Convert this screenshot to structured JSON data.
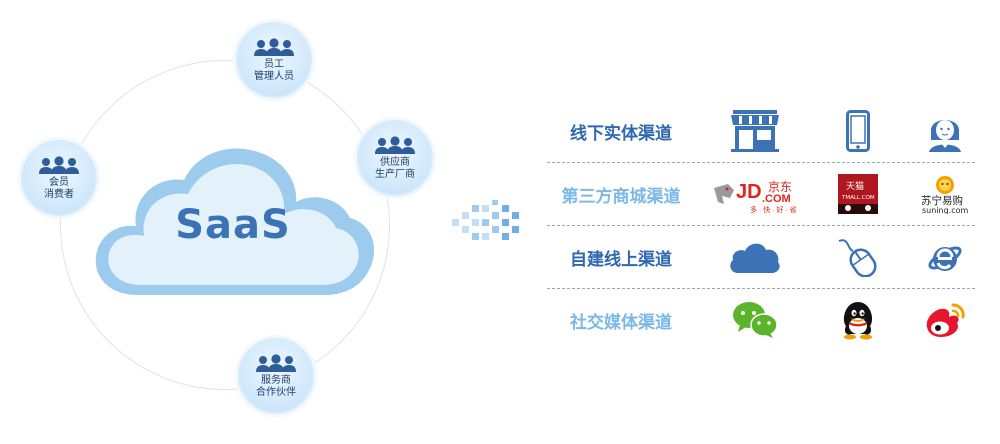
{
  "cloud": {
    "label": "SaaS"
  },
  "nodes": {
    "staff": {
      "line1": "员工",
      "line2": "管理人员"
    },
    "supplier": {
      "line1": "供应商",
      "line2": "生产厂商"
    },
    "member": {
      "line1": "会员",
      "line2": "消费者"
    },
    "partner": {
      "line1": "服务商",
      "line2": "合作伙伴"
    }
  },
  "channels": [
    {
      "name": "线下实体渠道",
      "icons": [
        "store-icon",
        "smartphone-icon",
        "customer-service-icon"
      ]
    },
    {
      "name": "第三方商城渠道",
      "icons": [
        "jd-logo",
        "tmall-logo",
        "suning-logo"
      ]
    },
    {
      "name": "自建线上渠道",
      "icons": [
        "cloud-icon",
        "mouse-icon",
        "internet-explorer-icon"
      ]
    },
    {
      "name": "社交媒体渠道",
      "icons": [
        "wechat-icon",
        "qq-icon",
        "weibo-icon"
      ]
    }
  ],
  "logos": {
    "jd": {
      "brand": "JD",
      "sub": ".COM",
      "cn": "京东",
      "slogan": "多 · 快 · 好 · 省"
    },
    "tmall": {
      "cn": "天猫",
      "sub": "TMALL.COM"
    },
    "suning": {
      "cn": "苏宁易购",
      "sub": "suning.com"
    }
  },
  "colors": {
    "dark_blue": "#2f68b0",
    "light_blue": "#7ab8e8",
    "icon_blue": "#3c73b7",
    "cloud_fill": "#e3f1fb",
    "cloud_border": "#9ccbed",
    "jd_red": "#e1251b",
    "tmall_red": "#b0161f",
    "wechat_green": "#5ab52a"
  }
}
